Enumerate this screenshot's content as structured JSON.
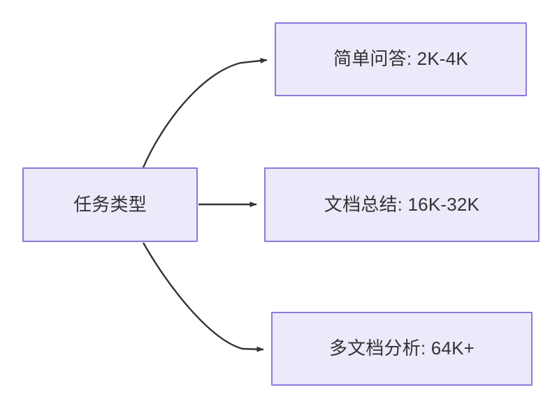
{
  "diagram": {
    "type": "flowchart",
    "direction": "left-to-right",
    "background_color": "#ffffff",
    "node_fill_color": "#ece9fb",
    "node_border_color": "#9178d9",
    "node_text_color": "#333333",
    "edge_color": "#333333",
    "nodes": [
      {
        "id": "task-type",
        "label": "任务类型"
      },
      {
        "id": "simple-qa",
        "label": "简单问答: 2K-4K"
      },
      {
        "id": "doc-summary",
        "label": "文档总结: 16K-32K"
      },
      {
        "id": "multi-doc",
        "label": "多文档分析: 64K+"
      }
    ],
    "edges": [
      {
        "id": "edge-task-to-simple-qa",
        "from": "task-type",
        "to": "simple-qa",
        "style": "curved",
        "arrowhead": "triangle"
      },
      {
        "id": "edge-task-to-doc-summary",
        "from": "task-type",
        "to": "doc-summary",
        "style": "straight",
        "arrowhead": "triangle"
      },
      {
        "id": "edge-task-to-multi-doc",
        "from": "task-type",
        "to": "multi-doc",
        "style": "curved",
        "arrowhead": "triangle"
      }
    ]
  }
}
